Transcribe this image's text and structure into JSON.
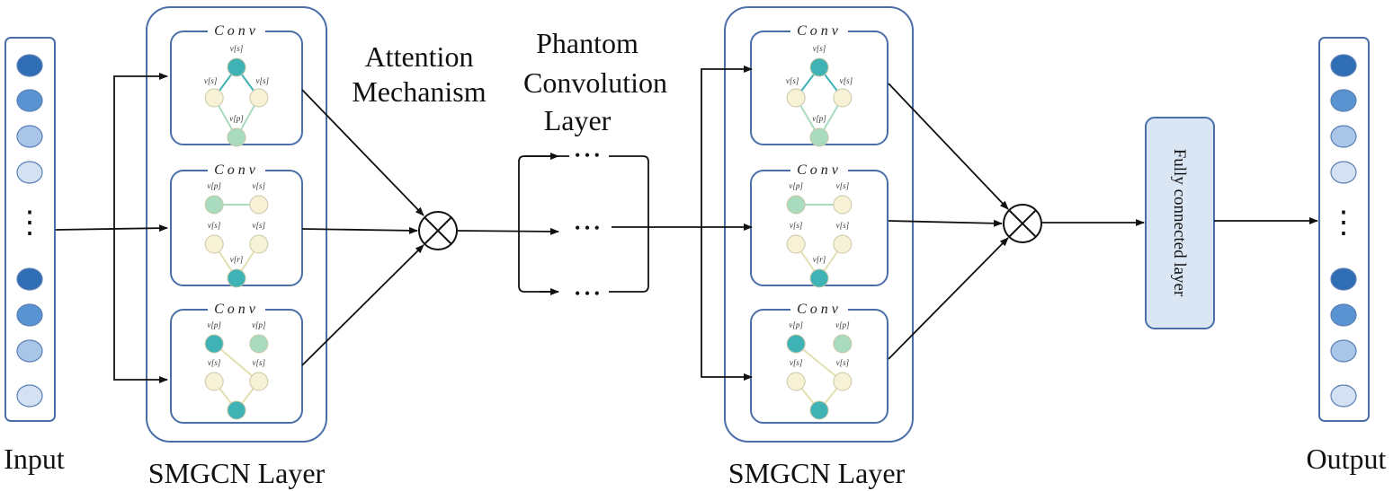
{
  "labels": {
    "input": "Input",
    "output": "Output",
    "smgcn_left": "SMGCN Layer",
    "smgcn_right": "SMGCN Layer",
    "attention_line1": "Attention",
    "attention_line2": "Mechanism",
    "phantom_line1": "Phantom",
    "phantom_line2": "Convolution",
    "phantom_line3": "Layer",
    "fully_connected": "Fully connected layer",
    "conv": "Conv",
    "dots": "• • •",
    "vdots": "⋮"
  },
  "node_labels": {
    "a_top": "v[s]",
    "a_left": "v[s]",
    "a_right": "v[s]",
    "a_bottom": "v[p]",
    "b_tl": "v[p]",
    "b_tr": "v[s]",
    "b_ml": "v[s]",
    "b_mr": "v[s]",
    "b_bottom": "v[r]",
    "c_tl": "v[p]",
    "c_tr": "v[p]",
    "c_ml": "v[s]",
    "c_mr": "v[s]"
  },
  "colors": {
    "frame": "#4a6fa8",
    "teal": "#3fb2b5",
    "mint": "#a9dcbe",
    "cream": "#f7f1d6",
    "blue_dark": "#2f6db5",
    "blue_mid": "#5a93d2",
    "blue_light": "#a9c5e8",
    "blue_pale": "#d3e1f3",
    "fc_fill": "#dbe6f5",
    "arrow": "#111111"
  },
  "column_node_colors": [
    "blue_dark",
    "blue_mid",
    "blue_light",
    "blue_pale",
    "gap",
    "blue_dark",
    "blue_mid",
    "blue_light",
    "blue_pale"
  ]
}
